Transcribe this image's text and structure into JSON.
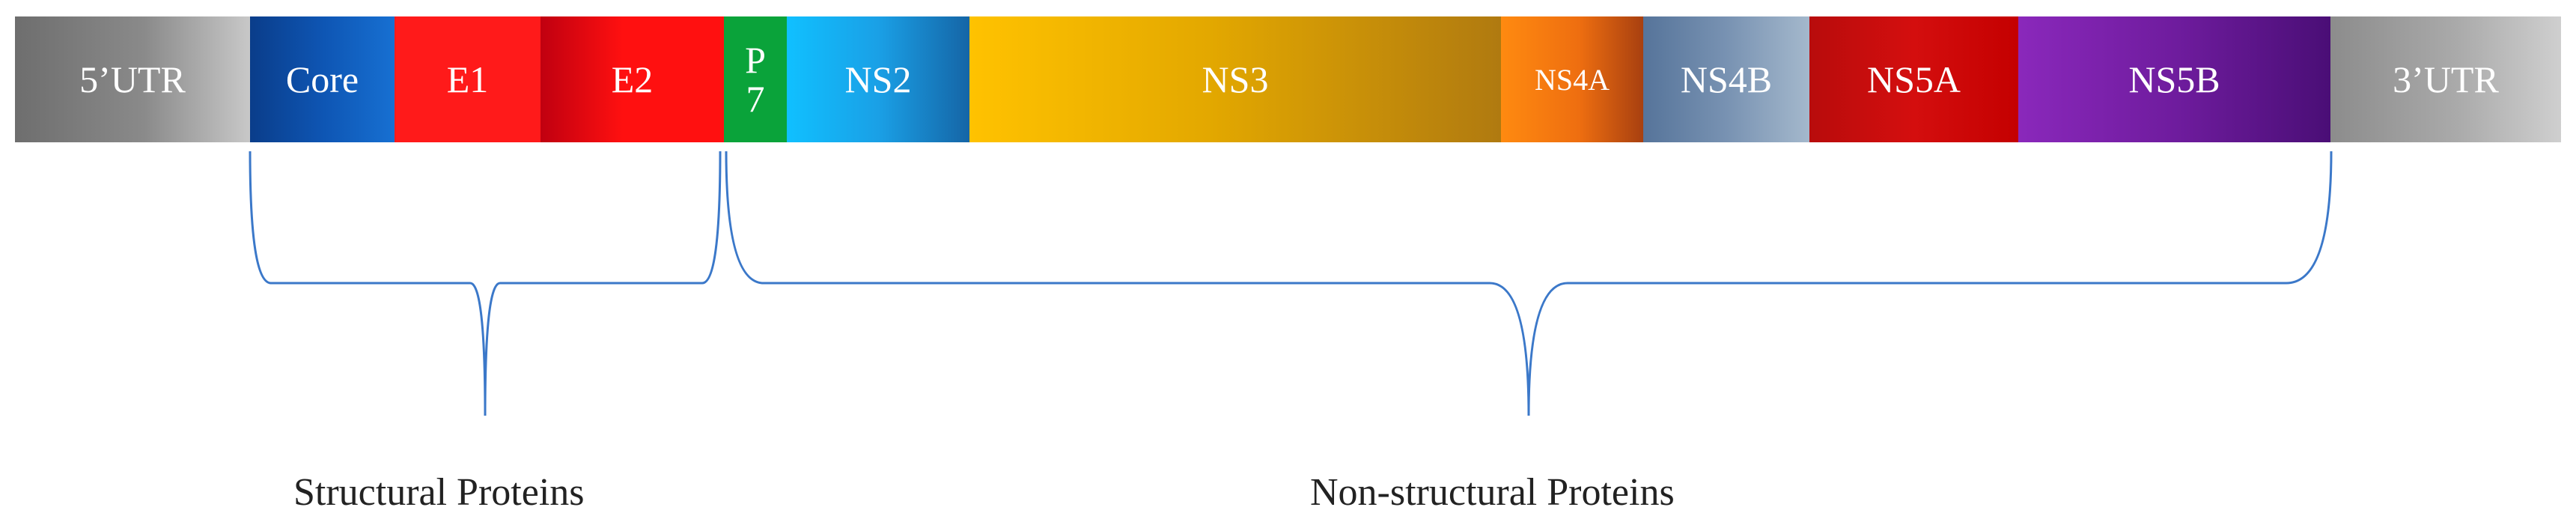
{
  "genome": {
    "segments": [
      {
        "id": "5utr",
        "label": "5’UTR"
      },
      {
        "id": "core",
        "label": "Core"
      },
      {
        "id": "e1",
        "label": "E1"
      },
      {
        "id": "e2",
        "label": "E2"
      },
      {
        "id": "p7",
        "label_line1": "P",
        "label_line2": "7"
      },
      {
        "id": "ns2",
        "label": "NS2"
      },
      {
        "id": "ns3",
        "label": "NS3"
      },
      {
        "id": "ns4a",
        "label": "NS4A"
      },
      {
        "id": "ns4b",
        "label": "NS4B"
      },
      {
        "id": "ns5a",
        "label": "NS5A"
      },
      {
        "id": "ns5b",
        "label": "NS5B"
      },
      {
        "id": "3utr",
        "label": "3’UTR"
      }
    ]
  },
  "groups": {
    "structural_label": "Structural Proteins",
    "nonstructural_label": "Non-structural  Proteins"
  },
  "colors": {
    "bracket": "#3b78c9",
    "label_text": "#222222"
  }
}
